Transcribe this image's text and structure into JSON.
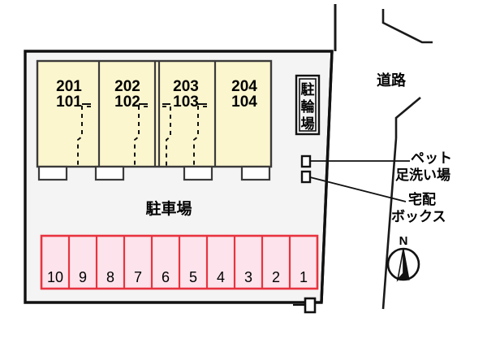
{
  "site_plan": {
    "title": "apartment-site-plan",
    "colors": {
      "unit_fill": "#FBF6CE",
      "unit_stroke": "#3a3a3a",
      "parking_fill": "#FDE4EC",
      "parking_stroke": "#E8333F",
      "site_fill": "#F4F4F4",
      "site_stroke": "#111111",
      "entrance_fill": "#FFFFFF",
      "text": "#000000",
      "road_line": "#1a1a1a"
    },
    "building": {
      "name": "building-block",
      "units": [
        {
          "upper": "201",
          "lower": "101"
        },
        {
          "upper": "202",
          "lower": "102"
        },
        {
          "upper": "203",
          "lower": "103"
        },
        {
          "upper": "204",
          "lower": "104"
        }
      ]
    },
    "parking_lot": {
      "label": "駐車場",
      "spaces": [
        "10",
        "9",
        "8",
        "7",
        "6",
        "5",
        "4",
        "3",
        "2",
        "1"
      ]
    },
    "bicycle_parking": {
      "label_vertical": [
        "駐",
        "輪",
        "場"
      ],
      "label": "駐輪場"
    },
    "road": {
      "label": "道路"
    },
    "annotations": [
      {
        "id": "pet-wash",
        "lines": [
          "ペット",
          "足洗い場"
        ]
      },
      {
        "id": "delivery-box",
        "lines": [
          "宅配",
          "ボックス"
        ]
      }
    ],
    "compass": {
      "label": "N"
    }
  }
}
